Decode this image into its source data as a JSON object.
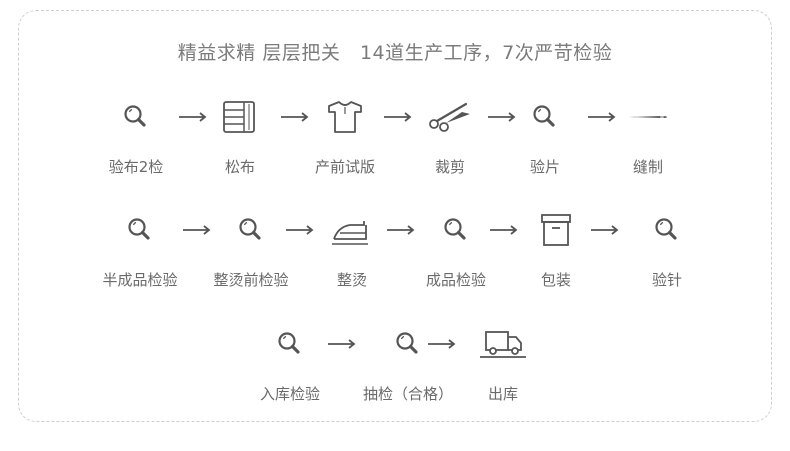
{
  "title": "精益求精 层层把关   14道生产工序，7次严苛检验",
  "rows": [
    {
      "steps": [
        {
          "label": "验布2检",
          "icon": "magnifier-icon"
        },
        {
          "label": "松布",
          "icon": "fabric-roll-icon"
        },
        {
          "label": "产前试版",
          "icon": "tshirt-icon"
        },
        {
          "label": "裁剪",
          "icon": "scissors-icon"
        },
        {
          "label": "验片",
          "icon": "magnifier-icon"
        },
        {
          "label": "缝制",
          "icon": "needle-icon"
        }
      ]
    },
    {
      "steps": [
        {
          "label": "半成品检验",
          "icon": "magnifier-icon"
        },
        {
          "label": "整烫前检验",
          "icon": "magnifier-icon"
        },
        {
          "label": "整烫",
          "icon": "iron-icon"
        },
        {
          "label": "成品检验",
          "icon": "magnifier-icon"
        },
        {
          "label": "包装",
          "icon": "box-icon"
        },
        {
          "label": "验针",
          "icon": "magnifier-icon"
        }
      ]
    },
    {
      "steps": [
        {
          "label": "入库检验",
          "icon": "magnifier-icon"
        },
        {
          "label": "抽检（合格）",
          "icon": "magnifier-icon"
        },
        {
          "label": "出库",
          "icon": "truck-icon"
        }
      ]
    }
  ],
  "colors": {
    "icon": "#555555",
    "label": "#6a6a6a",
    "border": "#cfcfcf"
  }
}
